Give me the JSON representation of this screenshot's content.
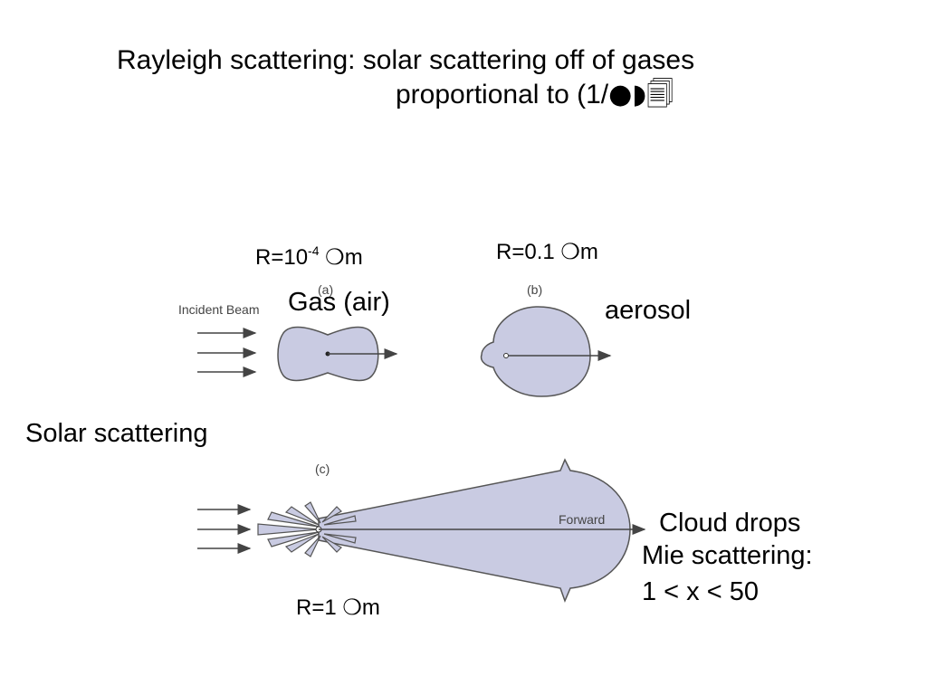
{
  "title": {
    "line1": "Rayleigh scattering: solar scattering off of gases",
    "line2_text": "proportional to (1/",
    "line2_symbols": "●◗🗐"
  },
  "labels": {
    "r_gas_prefix": "R=10",
    "r_gas_exp": "-4",
    "r_gas_unit_symbol": "❍",
    "r_gas_unit": "m",
    "r_aerosol": "R=0.1",
    "r_aerosol_unit_symbol": "❍",
    "r_aerosol_unit": "m",
    "r_cloud": "R=1",
    "r_cloud_unit_symbol": "❍",
    "r_cloud_unit": "m",
    "gas": "Gas (air)",
    "aerosol": "aerosol",
    "solar_scattering": "Solar scattering",
    "cloud_drops": "Cloud drops",
    "mie_scattering": "Mie scattering:",
    "mie_range": "1 < x < 50"
  },
  "figure": {
    "panel_a": "(a)",
    "panel_b": "(b)",
    "panel_c": "(c)",
    "incident_beam": "Incident Beam",
    "forward": "Forward"
  },
  "colors": {
    "lobe_fill": "#c9cbe2",
    "lobe_stroke": "#555555"
  }
}
